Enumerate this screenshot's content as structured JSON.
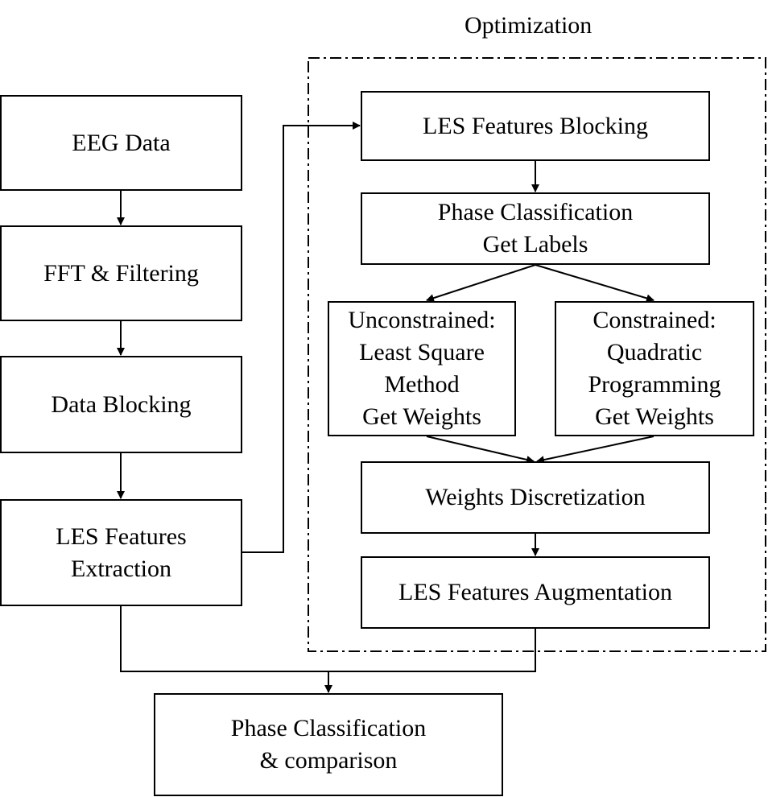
{
  "group": {
    "title": "Optimization"
  },
  "left": {
    "eeg": {
      "line1": "EEG Data"
    },
    "fft": {
      "line1": "FFT & Filtering"
    },
    "blocking": {
      "line1": "Data Blocking"
    },
    "extraction": {
      "line1": "LES Features",
      "line2": "Extraction"
    }
  },
  "opt": {
    "features_blocking": {
      "line1": "LES Features Blocking"
    },
    "phase": {
      "line1": "Phase Classification",
      "line2": "Get Labels"
    },
    "unconstrained": {
      "line1": "Unconstrained:",
      "line2": "Least Square",
      "line3": "Method",
      "line4": "Get Weights"
    },
    "constrained": {
      "line1": "Constrained:",
      "line2": "Quadratic",
      "line3": "Programming",
      "line4": "Get Weights"
    },
    "discretization": {
      "line1": "Weights Discretization"
    },
    "augmentation": {
      "line1": "LES Features Augmentation"
    }
  },
  "bottom": {
    "line1": "Phase Classification",
    "line2": "& comparison"
  }
}
